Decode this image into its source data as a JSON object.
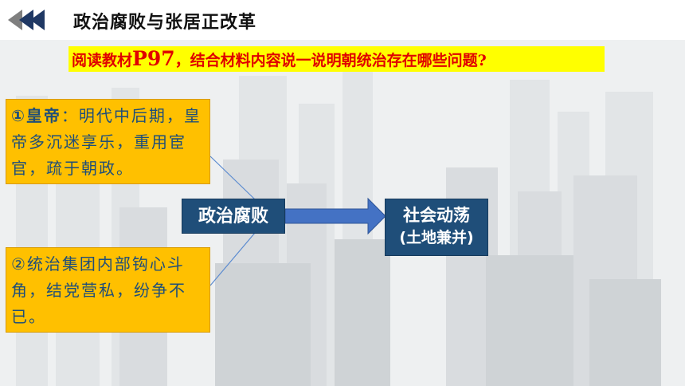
{
  "slide": {
    "title": "政治腐败与张居正改革",
    "question_prefix": "阅读教材",
    "question_page": "P97",
    "question_suffix": "，结合材料内容说一说明朝统治存在哪些问题?",
    "cause1_label": "①皇帝",
    "cause1_text": "：明代中后期，皇帝多沉迷享乐，重用宦官，疏于朝政。",
    "cause2_text": "②统治集团内部钩心斗角，结党营私，纷争不已。",
    "center_node": "政治腐败",
    "result_node": "社会动荡",
    "result_sub": "(土地兼并)"
  },
  "colors": {
    "question_bg": "#ffff00",
    "question_text": "#e00000",
    "cause_bg": "#ffc000",
    "cause_text": "#1f4e79",
    "node_bg": "#1f4e79",
    "arrow": "#4472c4",
    "chevron": "#1f3864"
  },
  "icons": [
    "double-chevron-left-icon"
  ]
}
